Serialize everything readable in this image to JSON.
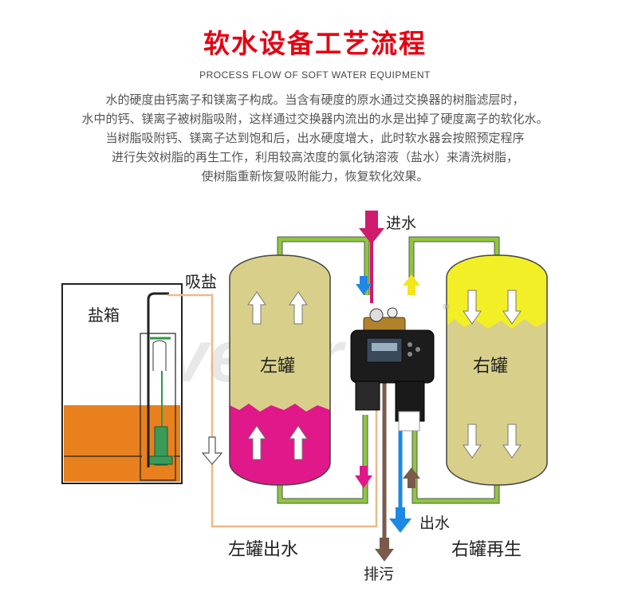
{
  "header": {
    "title": "软水设备工艺流程",
    "subtitle": "PROCESS FLOW OF SOFT WATER EQUIPMENT"
  },
  "description": [
    "水的硬度由钙离子和镁离子构成。当含有硬度的原水通过交换器的树脂滤层时，",
    "水中的钙、镁离子被树脂吸附，这样通过交换器内流出的水是出掉了硬度离子的软化水。",
    "当树脂吸附钙、镁离子达到饱和后，出水硬度增大，此时软水器会按照预定程序",
    "进行失效树脂的再生工作，利用较高浓度的氯化钠溶液（盐水）来清洗树脂，",
    "使树脂重新恢复吸附能力，恢复软化效果。"
  ],
  "diagram": {
    "salt_box": "盐箱",
    "suction": "吸盐",
    "left_tank": "左罐",
    "right_tank": "右罐",
    "inlet": "进水",
    "outlet": "出水",
    "drain": "排污",
    "left_status": "左罐出水",
    "right_status": "右罐再生",
    "watermark": "veter",
    "colors": {
      "title_red": "#e60012",
      "tank_khaki": "#d8d08a",
      "resin_pink": "#e0188a",
      "brine_orange": "#e8801e",
      "resin_yellow": "#f3ef26",
      "inlet_magenta": "#d01a6e",
      "outlet_blue": "#1e88e5",
      "drain_brown": "#7a5a4a",
      "pipe_green": "#8fc63f"
    }
  }
}
